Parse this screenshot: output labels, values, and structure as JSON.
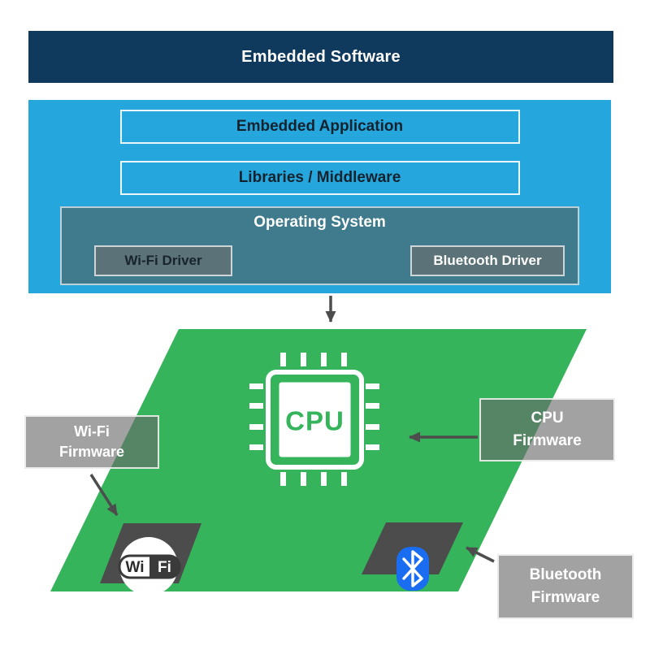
{
  "header": {
    "title": "Embedded Software"
  },
  "stack": {
    "application": "Embedded Application",
    "middleware": "Libraries / Middleware",
    "os": "Operating System",
    "wifi_driver": "Wi-Fi Driver",
    "bluetooth_driver": "Bluetooth Driver"
  },
  "board": {
    "cpu_label": "CPU",
    "wifi_logo_wi": "Wi",
    "wifi_logo_fi": "Fi"
  },
  "firmware": {
    "wifi": {
      "line1": "Wi-Fi",
      "line2": "Firmware"
    },
    "cpu": {
      "line1": "CPU",
      "line2": "Firmware"
    },
    "bluetooth": {
      "line1": "Bluetooth",
      "line2": "Firmware"
    }
  },
  "colors": {
    "navy": "#0f3a5d",
    "light_blue": "#25a7de",
    "teal": "#3f7b8c",
    "green": "#35b45c",
    "chip_gray": "#4c4c4c",
    "label_gray": "#a6a6a6",
    "bluetooth_blue": "#1a6df0",
    "arrow_gray": "#4d4d4d"
  }
}
